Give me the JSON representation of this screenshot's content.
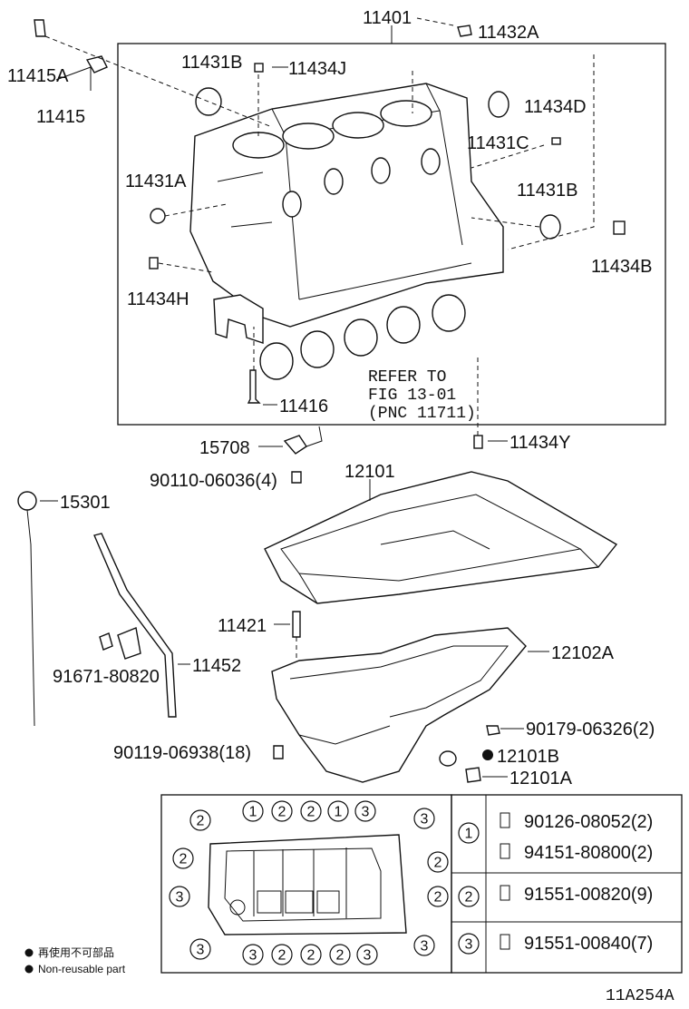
{
  "labels": {
    "p11401": "11401",
    "p11432A": "11432A",
    "p11415A": "11415A",
    "p11415": "11415",
    "p11431B_top": "11431B",
    "p11434J": "11434J",
    "p11434D": "11434D",
    "p11431C": "11431C",
    "p11431A": "11431A",
    "p11431B_right": "11431B",
    "p11434B": "11434B",
    "p11434H": "11434H",
    "refer_line1": "REFER TO",
    "refer_line2": "FIG 13-01",
    "refer_line3": "(PNC 11711)",
    "p11416": "11416",
    "p11434Y": "11434Y",
    "p15708": "15708",
    "p90110": "90110-06036(4)",
    "p12101": "12101",
    "p15301": "15301",
    "p11421": "11421",
    "p12102A": "12102A",
    "p11452": "11452",
    "p91671": "91671-80820",
    "p90179": "90179-06326(2)",
    "p90119": "90119-06938(18)",
    "p12101B": "12101B",
    "p12101A": "12101A"
  },
  "legend": {
    "rows": [
      {
        "key": "1",
        "parts": [
          "90126-08052(2)",
          "94151-80800(2)"
        ]
      },
      {
        "key": "2",
        "parts": [
          "91551-00820(9)"
        ]
      },
      {
        "key": "3",
        "parts": [
          "91551-00840(7)"
        ]
      }
    ]
  },
  "pan_bolt_markers": {
    "top_row": [
      "2",
      "1",
      "2",
      "2",
      "1",
      "3",
      "3"
    ],
    "left_side": [
      "2",
      "2",
      "3",
      "3"
    ],
    "right_side": [
      "2",
      "2",
      "3"
    ],
    "bottom_row": [
      "3",
      "2",
      "2",
      "2",
      "3"
    ]
  },
  "note": {
    "japanese": "再使用不可部品",
    "english": "Non-reusable part"
  },
  "figure_code": "11A254A"
}
